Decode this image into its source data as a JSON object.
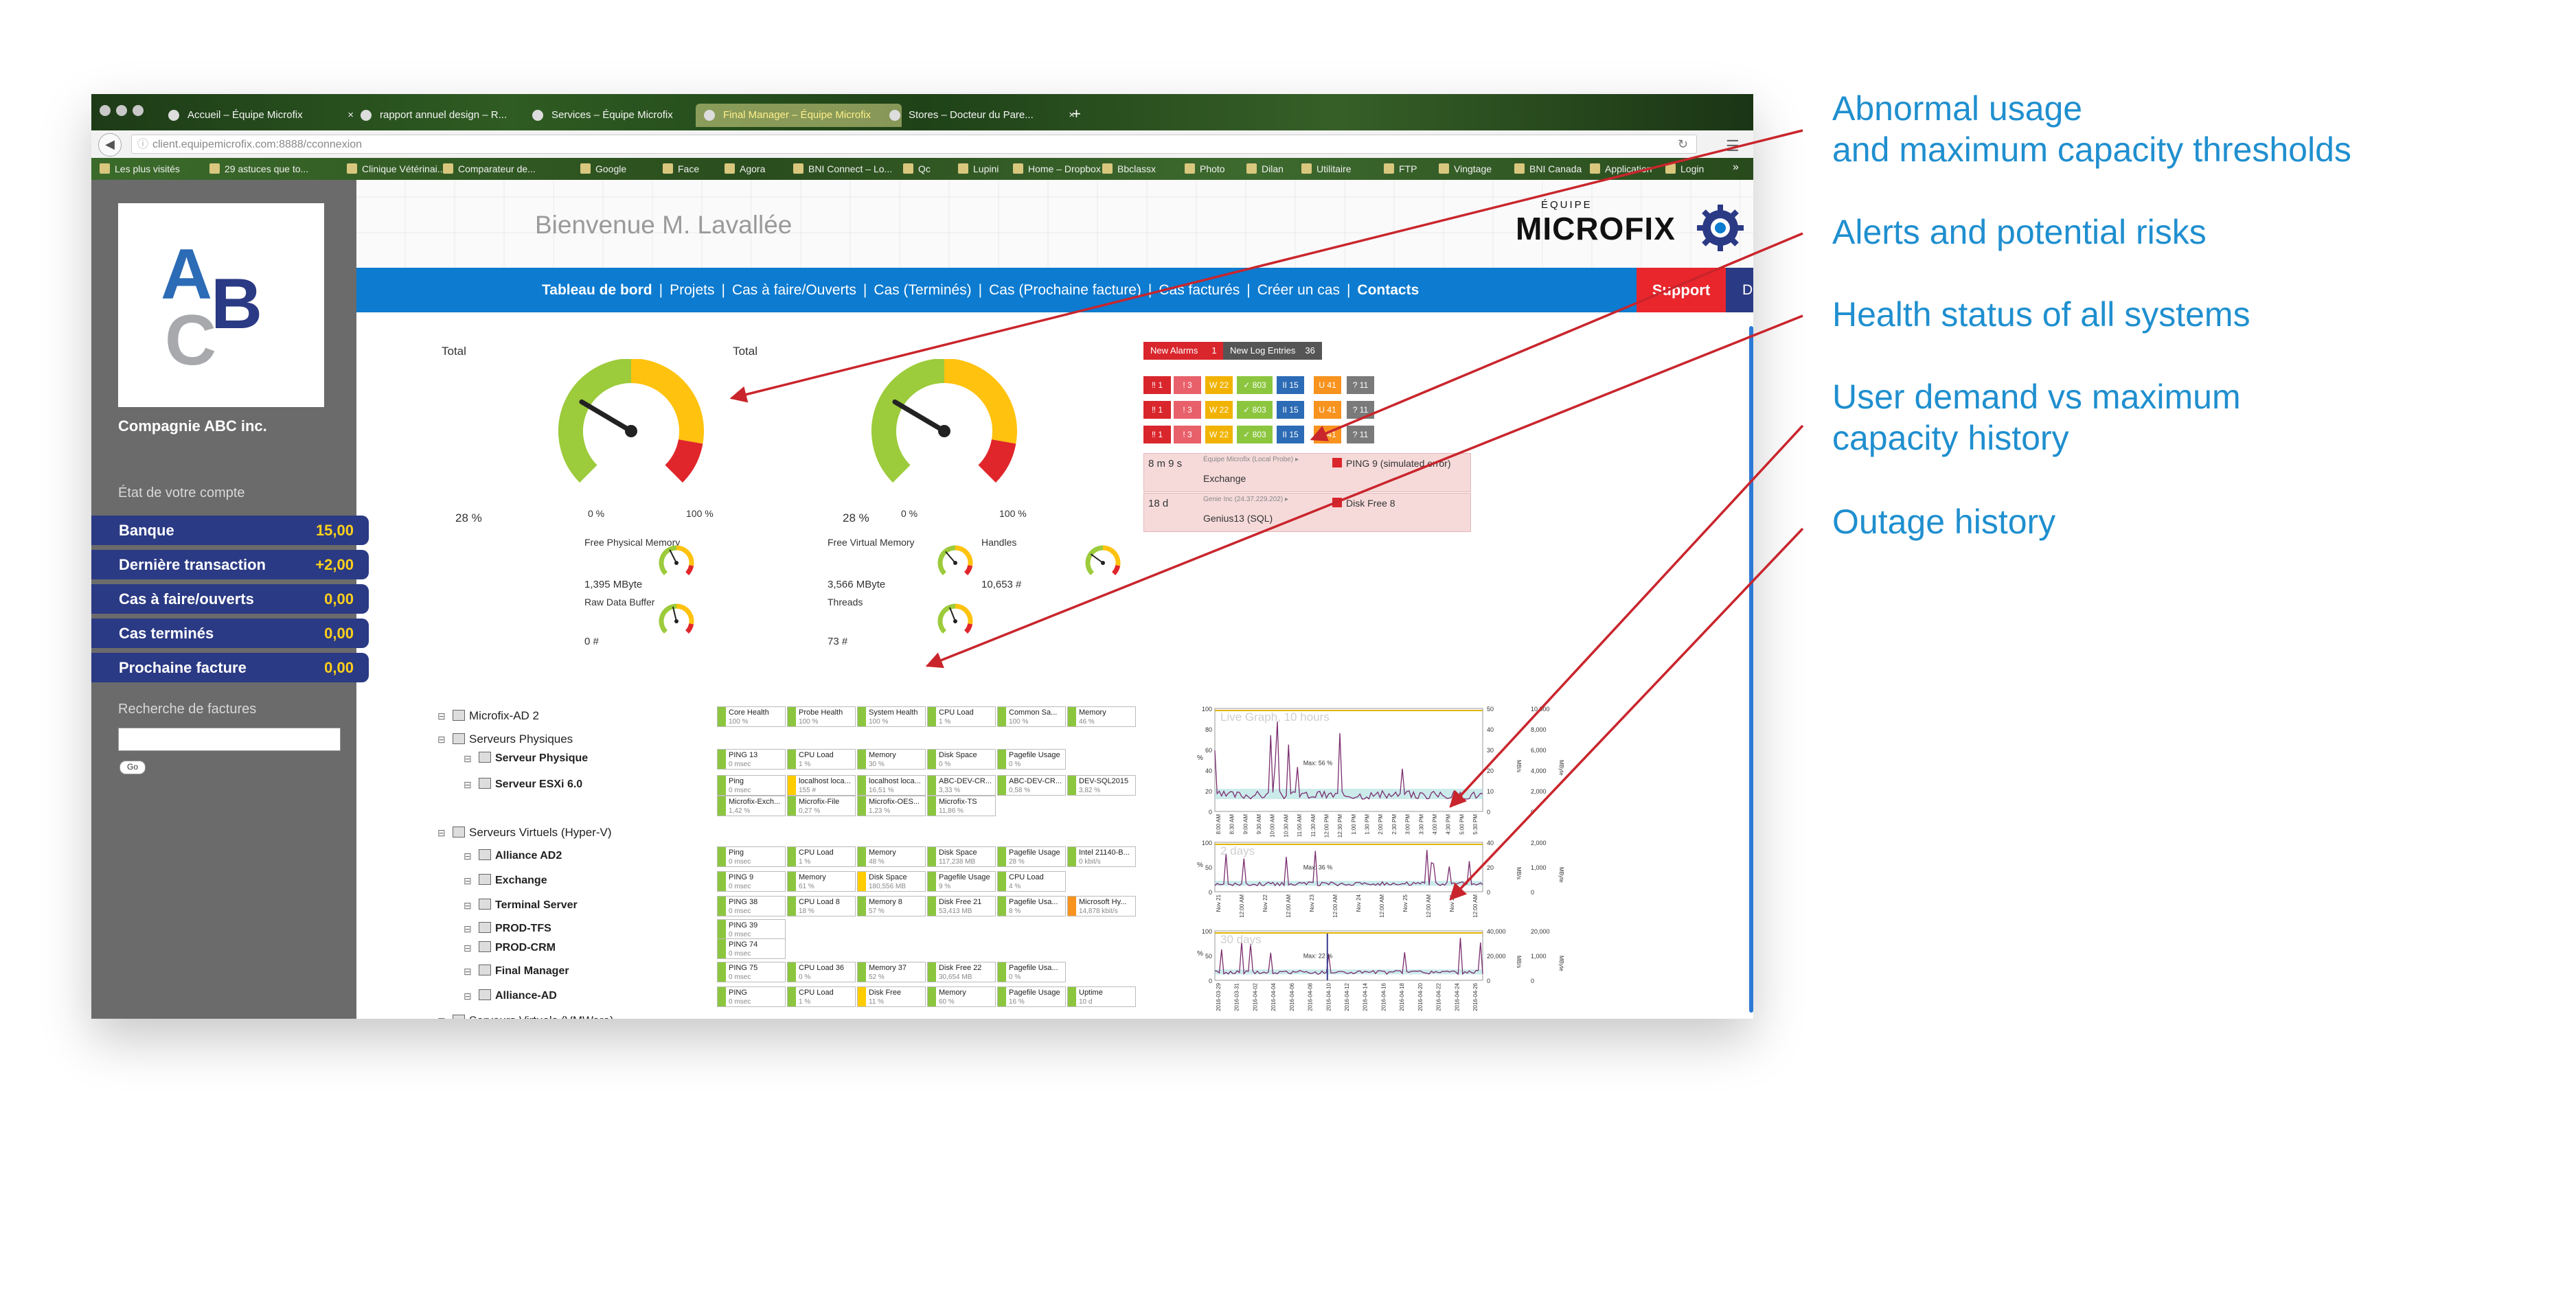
{
  "browser": {
    "tabs": [
      {
        "label": "Accueil – Équipe Microfix",
        "active": false
      },
      {
        "label": "rapport annuel design – R...",
        "active": false
      },
      {
        "label": "Services – Équipe Microfix",
        "active": false
      },
      {
        "label": "Final Manager – Équipe Microfix",
        "active": true
      },
      {
        "label": "Stores – Docteur du Pare...",
        "active": false
      }
    ],
    "new_tab": "+",
    "url": "client.equipemicrofix.com:8888/cconnexion",
    "bookmarks": [
      "Les plus visités",
      "29 astuces que to...",
      "Clinique Vétérinai...",
      "Comparateur de...",
      "Google",
      "Face",
      "Agora",
      "BNI Connect – Lo...",
      "Qc",
      "Lupini",
      "Home – Dropbox",
      "Bbclassx",
      "Photo",
      "Dilan",
      "Utilitaire",
      "FTP",
      "Vingtage",
      "BNI Canada",
      "Application",
      "Login"
    ],
    "more": "»"
  },
  "sidebar": {
    "logo_letters": [
      "A",
      "B",
      "C"
    ],
    "company": "Compagnie ABC inc.",
    "account_title": "État de votre compte",
    "account_rows": [
      {
        "label": "Banque",
        "value": "15,00"
      },
      {
        "label": "Dernière transaction",
        "value": "+2,00"
      },
      {
        "label": "Cas à faire/ouverts",
        "value": "0,00"
      },
      {
        "label": "Cas terminés",
        "value": "0,00"
      },
      {
        "label": "Prochaine facture",
        "value": "0,00"
      }
    ],
    "search_title": "Recherche de factures",
    "search_button": "Go"
  },
  "header": {
    "welcome": "Bienvenue M. Lavallée",
    "brand_small": "ÉQUIPE",
    "brand": "MICROFIX"
  },
  "nav": {
    "links": [
      "Tableau de bord",
      "Projets",
      "Cas à faire/Ouverts",
      "Cas (Terminés)",
      "Cas (Prochaine facture)",
      "Cas facturés",
      "Créer un cas",
      "Contacts"
    ],
    "separator": "|",
    "support": "Support",
    "logout": "Déconnexion"
  },
  "gauges": [
    {
      "total_label": "Total",
      "percent_label": "28 %",
      "min": "0 %",
      "max": "100 %",
      "value_pct": 28
    },
    {
      "total_label": "Total",
      "percent_label": "28 %",
      "min": "0 %",
      "max": "100 %",
      "value_pct": 28
    }
  ],
  "metrics": [
    {
      "label": "Free Physical Memory",
      "value": "1,395 MByte"
    },
    {
      "label": "Free Virtual Memory",
      "value": "3,566 MByte"
    },
    {
      "label": "Handles",
      "value": "10,653 #"
    },
    {
      "label": "Raw Data Buffer",
      "value": "0 #"
    },
    {
      "label": "Threads",
      "value": "73 #"
    }
  ],
  "alerts": {
    "new_alarms_label": "New Alarms",
    "new_alarms_count": "1",
    "new_log_label": "New Log Entries",
    "new_log_count": "36",
    "rows": [
      [
        "‼ 1",
        "! 3",
        "W 22",
        "✓ 803",
        "II 15",
        "U 41",
        "? 11"
      ],
      [
        "‼ 1",
        "! 3",
        "W 22",
        "✓ 803",
        "II 15",
        "U 41",
        "? 11"
      ],
      [
        "‼ 1",
        "! 3",
        "W 22",
        "✓ 803",
        "II 15",
        "U 41",
        "? 11"
      ]
    ],
    "cell_colors": [
      "#d9262c",
      "#e8606a",
      "#f2b300",
      "#8cc63f",
      "#2c6bb5",
      "#f7931e",
      "#7a7a7a"
    ],
    "recent": [
      {
        "time": "8 m 9 s",
        "probe": "Équipe Microfix (Local Probe) ▸",
        "device": "Exchange",
        "sensor": "PING 9 (simulated error)"
      },
      {
        "time": "18 d",
        "probe": "Genie Inc (24.37.229.202) ▸",
        "device": "Genius13 (SQL)",
        "sensor": "Disk Free 8"
      }
    ]
  },
  "tree": {
    "nodes": [
      {
        "label": "Microfix-AD 2",
        "level": 0,
        "bold": false,
        "sensors": [
          [
            "Core Health",
            "100 %",
            "ok"
          ],
          [
            "Probe Health",
            "100 %",
            "ok"
          ],
          [
            "System Health",
            "100 %",
            "ok"
          ],
          [
            "CPU Load",
            "1 %",
            "ok"
          ],
          [
            "Common Sa...",
            "100 %",
            "ok"
          ],
          [
            "Memory",
            "46 %",
            "ok"
          ]
        ]
      },
      {
        "label": "Serveurs Physiques",
        "level": 0,
        "bold": false,
        "sensors": []
      },
      {
        "label": "Serveur Physique",
        "level": 1,
        "bold": true,
        "sensors": [
          [
            "PING 13",
            "0 msec",
            "ok"
          ],
          [
            "CPU Load",
            "1 %",
            "ok"
          ],
          [
            "Memory",
            "30 %",
            "ok"
          ],
          [
            "Disk Space",
            "0 %",
            "ok"
          ],
          [
            "Pagefile Usage",
            "0 %",
            "ok"
          ]
        ]
      },
      {
        "label": "Serveur ESXi 6.0",
        "level": 1,
        "bold": true,
        "sensors": [
          [
            "Ping",
            "0 msec",
            "ok"
          ],
          [
            "localhost loca...",
            "155 #",
            "warn"
          ],
          [
            "localhost loca...",
            "16,51 %",
            "ok"
          ],
          [
            "ABC-DEV-CR...",
            "3,33 %",
            "ok"
          ],
          [
            "ABC-DEV-CR...",
            "0,58 %",
            "ok"
          ],
          [
            "DEV-SQL2015",
            "3,82 %",
            "ok"
          ],
          [
            "Microfix-Exch...",
            "1,42 %",
            "ok"
          ],
          [
            "Microfix-File",
            "0,27 %",
            "ok"
          ],
          [
            "Microfix-OES...",
            "1,23 %",
            "ok"
          ],
          [
            "Microfix-TS",
            "11,86 %",
            "ok"
          ]
        ]
      },
      {
        "label": "Serveurs Virtuels (Hyper-V)",
        "level": 0,
        "bold": false,
        "sensors": []
      },
      {
        "label": "Alliance AD2",
        "level": 1,
        "bold": true,
        "sensors": [
          [
            "Ping",
            "0 msec",
            "ok"
          ],
          [
            "CPU Load",
            "1 %",
            "ok"
          ],
          [
            "Memory",
            "48 %",
            "ok"
          ],
          [
            "Disk Space",
            "117,238 MB",
            "ok"
          ],
          [
            "Pagefile Usage",
            "28 %",
            "ok"
          ],
          [
            "Intel 21140-B...",
            "0 kbit/s",
            "ok"
          ]
        ]
      },
      {
        "label": "Exchange",
        "level": 1,
        "bold": true,
        "sensors": [
          [
            "PING 9",
            "0 msec",
            "ok"
          ],
          [
            "Memory",
            "61 %",
            "ok"
          ],
          [
            "Disk Space",
            "180,556 MB",
            "warn"
          ],
          [
            "Pagefile Usage",
            "9 %",
            "ok"
          ],
          [
            "CPU Load",
            "4 %",
            "ok"
          ]
        ]
      },
      {
        "label": "Terminal Server",
        "level": 1,
        "bold": true,
        "sensors": [
          [
            "PING 38",
            "0 msec",
            "ok"
          ],
          [
            "CPU Load 8",
            "18 %",
            "ok"
          ],
          [
            "Memory 8",
            "57 %",
            "ok"
          ],
          [
            "Disk Free 21",
            "53,413 MB",
            "ok"
          ],
          [
            "Pagefile Usa...",
            "8 %",
            "ok"
          ],
          [
            "Microsoft Hy...",
            "14,878 kbit/s",
            "err"
          ]
        ]
      },
      {
        "label": "PROD-TFS",
        "level": 1,
        "bold": true,
        "sensors": [
          [
            "PING 39",
            "0 msec",
            "ok"
          ]
        ]
      },
      {
        "label": "PROD-CRM",
        "level": 1,
        "bold": true,
        "sensors": [
          [
            "PING 74",
            "0 msec",
            "ok"
          ]
        ]
      },
      {
        "label": "Final Manager",
        "level": 1,
        "bold": true,
        "sensors": [
          [
            "PING 75",
            "0 msec",
            "ok"
          ],
          [
            "CPU Load 36",
            "0 %",
            "ok"
          ],
          [
            "Memory 37",
            "52 %",
            "ok"
          ],
          [
            "Disk Free 22",
            "30,654 MB",
            "ok"
          ],
          [
            "Pagefile Usa...",
            "0 %",
            "ok"
          ]
        ]
      },
      {
        "label": "Alliance-AD",
        "level": 1,
        "bold": true,
        "sensors": [
          [
            "PING",
            "0 msec",
            "ok"
          ],
          [
            "CPU Load",
            "1 %",
            "ok"
          ],
          [
            "Disk Free",
            "11 %",
            "warn"
          ],
          [
            "Memory",
            "60 %",
            "ok"
          ],
          [
            "Pagefile Usage",
            "16 %",
            "ok"
          ],
          [
            "Uptime",
            "10 d",
            "ok"
          ]
        ]
      },
      {
        "label": "Serveurs Virtuels (VMWare)",
        "level": 0,
        "bold": false,
        "sensors": []
      }
    ]
  },
  "graphs": [
    {
      "title": "Live Graph, 10 hours",
      "note": "Max: 56 %",
      "left_ticks": [
        "100",
        "80",
        "60",
        "40",
        "20",
        "0"
      ],
      "right_ticks": [
        "10,000",
        "8,000",
        "6,000",
        "4,000",
        "2,000",
        "0"
      ],
      "mid_ticks": [
        "50",
        "40",
        "30",
        "20",
        "10",
        "0"
      ],
      "y_label": "%",
      "right_label": "MByte",
      "mid_label": "MB/s",
      "x_labels": [
        "8:00 AM",
        "8:30 AM",
        "9:00 AM",
        "9:30 AM",
        "10:00 AM",
        "10:30 AM",
        "11:00 AM",
        "11:30 AM",
        "12:00 PM",
        "12:30 PM",
        "1:00 PM",
        "1:30 PM",
        "2:00 PM",
        "2:30 PM",
        "3:00 PM",
        "3:30 PM",
        "4:00 PM",
        "4:30 PM",
        "5:00 PM",
        "5:30 PM"
      ]
    },
    {
      "title": "2 days",
      "note": "Max: 36 %",
      "left_ticks": [
        "100",
        "50",
        "0"
      ],
      "right_ticks": [
        "2,000",
        "1,000",
        "0"
      ],
      "mid_ticks": [
        "40",
        "20",
        "0"
      ],
      "y_label": "%",
      "right_label": "MByte",
      "mid_label": "MB/s",
      "x_labels": [
        "Nov 21",
        "12:00 AM",
        "Nov 22",
        "12:00 AM",
        "Nov 23",
        "12:00 AM",
        "Nov 24",
        "12:00 AM",
        "Nov 25",
        "12:00 AM",
        "Nov 26",
        "12:00 AM"
      ]
    },
    {
      "title": "30 days",
      "note": "Max: 22 %",
      "left_ticks": [
        "100",
        "50",
        "0"
      ],
      "right_ticks": [
        "20,000",
        "1,000",
        "0"
      ],
      "mid_ticks": [
        "40,000",
        "20,000",
        "0"
      ],
      "y_label": "%",
      "right_label": "MByte",
      "mid_label": "MB/s",
      "x_labels": [
        "2016-03-29",
        "2016-03-31",
        "2016-04-02",
        "2016-04-04",
        "2016-04-06",
        "2016-04-08",
        "2016-04-10",
        "2016-04-12",
        "2016-04-14",
        "2016-04-16",
        "2016-04-18",
        "2016-04-20",
        "2016-04-22",
        "2016-04-24",
        "2016-04-26"
      ]
    }
  ],
  "annotations": [
    {
      "line1": "Abnormal usage",
      "line2": "and maximum capacity thresholds"
    },
    {
      "line1": "Alerts and potential risks",
      "line2": ""
    },
    {
      "line1": "Health status of all systems",
      "line2": ""
    },
    {
      "line1": "User demand vs maximum",
      "line2": "capacity history"
    },
    {
      "line1": "Outage history",
      "line2": ""
    }
  ],
  "colors": {
    "accent_blue": "#0c7bd0",
    "navy": "#2b3a84",
    "support_red": "#e9262c",
    "sidebar_gray": "#6b6b6c",
    "annotation_blue": "#1f8fcf",
    "arrow_red": "#c9252c",
    "ok_green": "#8cc63f"
  }
}
